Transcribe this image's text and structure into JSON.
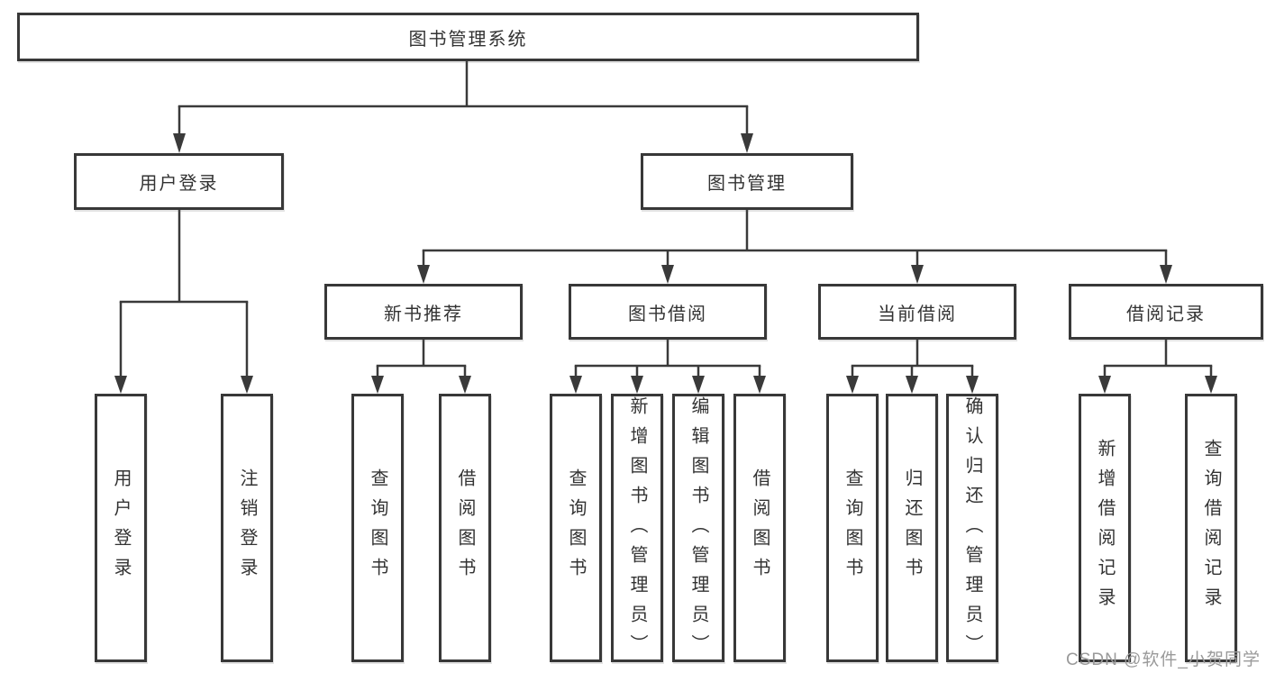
{
  "diagram": {
    "root": {
      "label": "图书管理系统"
    },
    "branches": [
      {
        "label": "用户登录",
        "children": [
          {
            "label": "用户登录"
          },
          {
            "label": "注销登录"
          }
        ]
      },
      {
        "label": "图书管理",
        "children": [
          {
            "label": "新书推荐",
            "children": [
              {
                "label": "查询图书"
              },
              {
                "label": "借阅图书"
              }
            ]
          },
          {
            "label": "图书借阅",
            "children": [
              {
                "label": "查询图书"
              },
              {
                "label": "新增图书（管理员）"
              },
              {
                "label": "编辑图书（管理员）"
              },
              {
                "label": "借阅图书"
              }
            ]
          },
          {
            "label": "当前借阅",
            "children": [
              {
                "label": "查询图书"
              },
              {
                "label": "归还图书"
              },
              {
                "label": "确认归还（管理员）"
              }
            ]
          },
          {
            "label": "借阅记录",
            "children": [
              {
                "label": "新增借阅记录"
              },
              {
                "label": "查询借阅记录"
              }
            ]
          }
        ]
      }
    ]
  },
  "watermark": {
    "text": "CSDN @软件_小贺同学"
  },
  "colors": {
    "line": "#3a3a3a",
    "border": "#383838",
    "text": "#333333",
    "background": "#ffffff",
    "watermark": "#9a9a9a"
  }
}
